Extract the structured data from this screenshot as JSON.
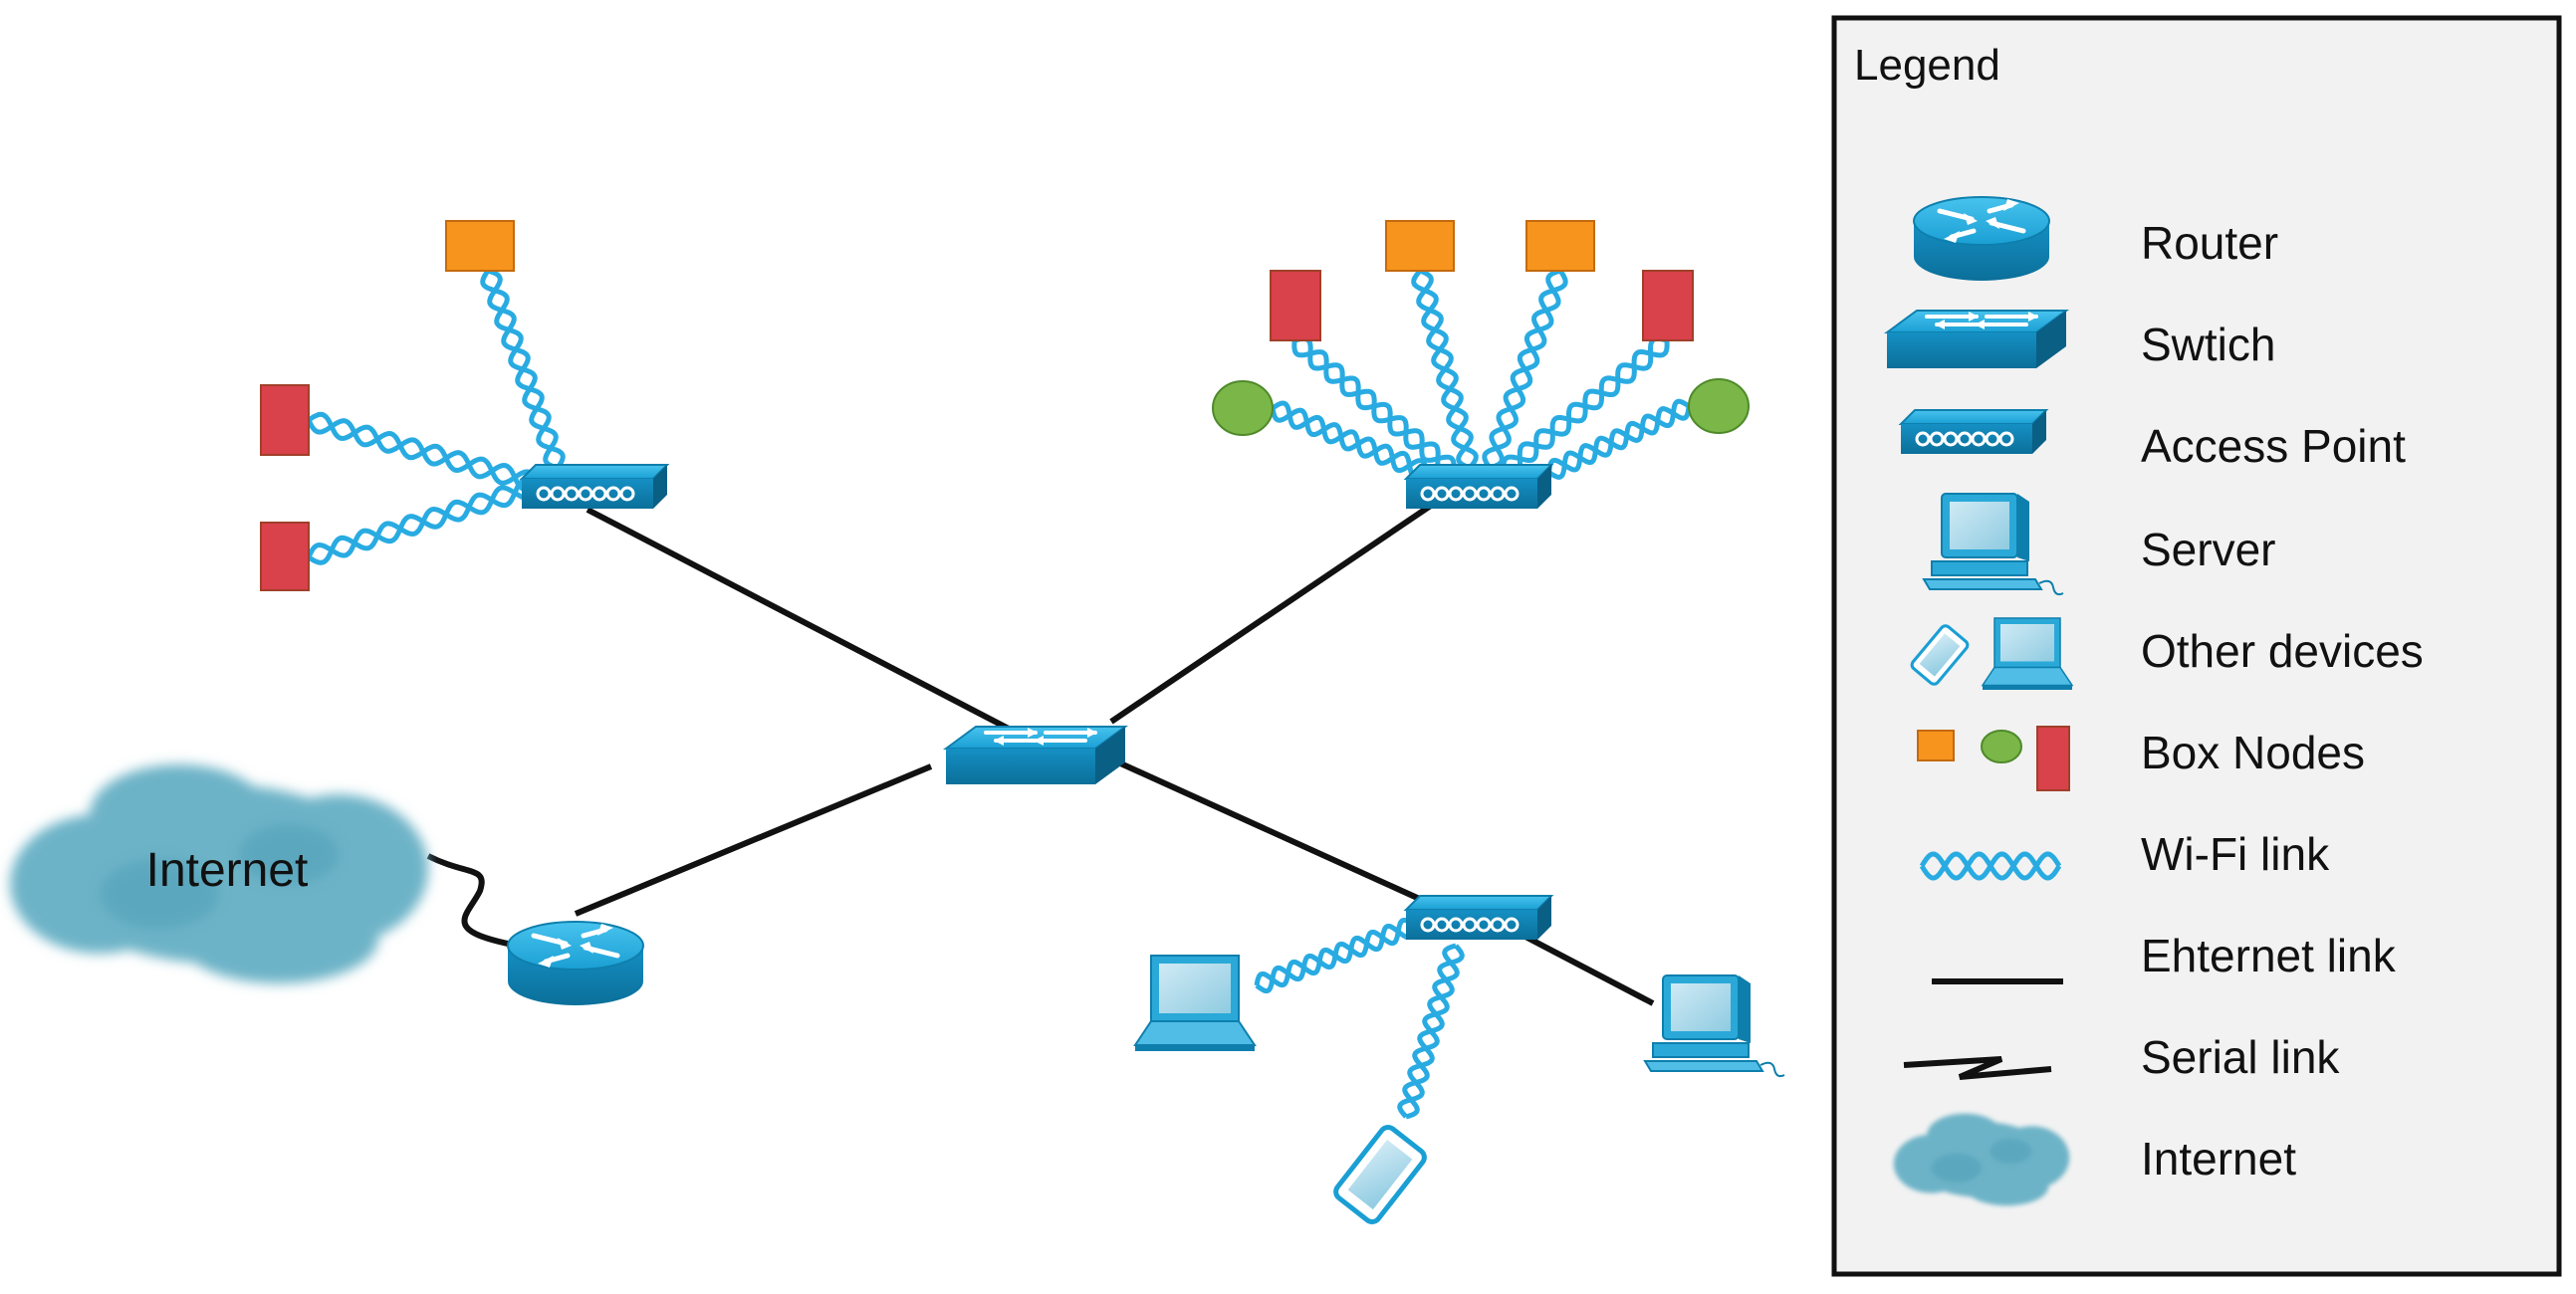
{
  "diagram": {
    "internet_label": "Internet"
  },
  "legend": {
    "title": "Legend",
    "items": [
      {
        "label": "Router",
        "icon": "router-icon"
      },
      {
        "label": "Swtich",
        "icon": "switch-icon"
      },
      {
        "label": "Access Point",
        "icon": "access-point-icon"
      },
      {
        "label": "Server",
        "icon": "server-icon"
      },
      {
        "label": "Other devices",
        "icon": "other-devices-icon"
      },
      {
        "label": "Box Nodes",
        "icon": "box-nodes-icon"
      },
      {
        "label": "Wi-Fi link",
        "icon": "wifi-link-icon"
      },
      {
        "label": "Ehternet link",
        "icon": "ethernet-link-icon"
      },
      {
        "label": "Serial link",
        "icon": "serial-link-icon"
      },
      {
        "label": "Internet",
        "icon": "internet-cloud-icon"
      }
    ]
  },
  "colors": {
    "device_blue": "#1ba3d6",
    "device_blue_dark": "#0e7fad",
    "wifi_blue": "#29abe2",
    "node_orange": "#f7941d",
    "node_red": "#d9414b",
    "node_green": "#7ab648",
    "cloud": "#5aa7bd",
    "legend_bg": "#f2f2f2"
  }
}
